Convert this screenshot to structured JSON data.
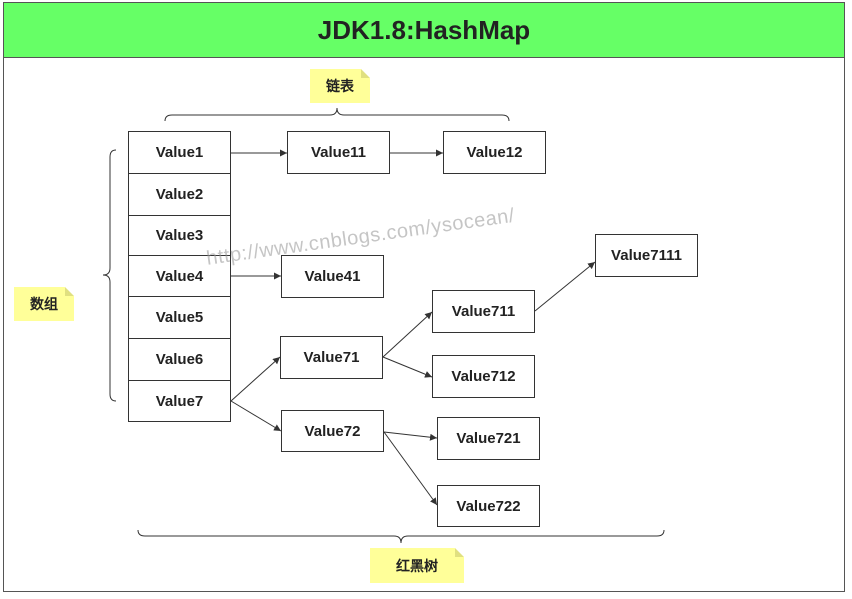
{
  "title": "JDK1.8:HashMap",
  "labels": {
    "linked_list": "链表",
    "array": "数组",
    "red_black_tree": "红黑树"
  },
  "array_values": [
    "Value1",
    "Value2",
    "Value3",
    "Value4",
    "Value5",
    "Value6",
    "Value7"
  ],
  "list_nodes": {
    "v11": "Value11",
    "v12": "Value12",
    "v41": "Value41"
  },
  "tree_nodes": {
    "v71": "Value71",
    "v72": "Value72",
    "v711": "Value711",
    "v712": "Value712",
    "v721": "Value721",
    "v722": "Value722",
    "v7111": "Value7111"
  },
  "watermark": "http://www.cnblogs.com/ysocean/",
  "colors": {
    "title_background": "#66ff66",
    "note_background": "#ffff99"
  }
}
